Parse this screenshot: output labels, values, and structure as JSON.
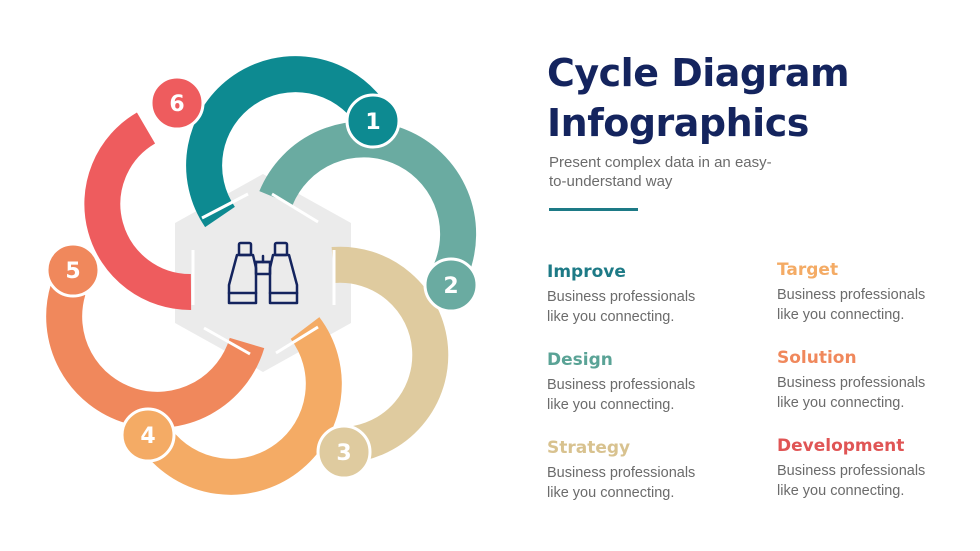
{
  "title": {
    "line1": "Cycle Diagram",
    "line2": "Infographics"
  },
  "subtitle": {
    "line1": "Present complex data in an easy-",
    "line2": "to-understand way"
  },
  "colors": {
    "navy": "#14245e",
    "teal": "#0d8a91",
    "sage": "#6aaba1",
    "sand": "#dfcb9f",
    "light-orange": "#f4ab65",
    "orange": "#f0885c",
    "red": "#ee5c5e",
    "hexagon": "#ebebeb"
  },
  "steps": [
    {
      "number": "1",
      "color": "#0d8a91"
    },
    {
      "number": "2",
      "color": "#6aaba1"
    },
    {
      "number": "3",
      "color": "#dfcb9f"
    },
    {
      "number": "4",
      "color": "#f4ab65"
    },
    {
      "number": "5",
      "color": "#f0885c"
    },
    {
      "number": "6",
      "color": "#ee5c5e"
    }
  ],
  "center_icon": "binoculars-icon",
  "items": [
    {
      "heading": "Improve",
      "color": "#1d7a86",
      "desc1": "Business professionals",
      "desc2": "like you connecting."
    },
    {
      "heading": "Design",
      "color": "#5aa396",
      "desc1": "Business professionals",
      "desc2": "like you connecting."
    },
    {
      "heading": "Strategy",
      "color": "#d8c28f",
      "desc1": "Business professionals",
      "desc2": "like you connecting."
    },
    {
      "heading": "Target",
      "color": "#f4ab65",
      "desc1": "Business professionals",
      "desc2": "like you connecting."
    },
    {
      "heading": "Solution",
      "color": "#f0885c",
      "desc1": "Business professionals",
      "desc2": "like you connecting."
    },
    {
      "heading": "Development",
      "color": "#e05555",
      "desc1": "Business professionals",
      "desc2": "like you connecting."
    }
  ]
}
